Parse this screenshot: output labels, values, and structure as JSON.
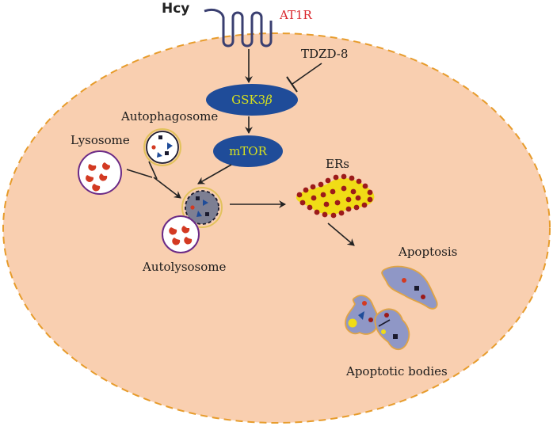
{
  "labels": {
    "hcy": "Hcy",
    "receptor": "AT1R",
    "inhibitor": "TDZD-8",
    "gsk": "GSK3",
    "gsk_greek": "β",
    "mtor": "mTOR",
    "autophagosome": "Autophagosome",
    "lysosome": "Lysosome",
    "autolysosome": "Autolysosome",
    "ers": "ERs",
    "apoptosis": "Apoptosis",
    "apoptotic_bodies": "Apoptotic bodies"
  },
  "colors": {
    "cell_fill": "#f9cfb0",
    "cell_border": "#e79c2c",
    "node_fill": "#1f4c99",
    "node_text": "#d6e01e",
    "receptor_label": "#d9262c",
    "lysosome_ring": "#6b2a86",
    "lysosome_cargo": "#d33a22",
    "er_fill": "#f0dc16",
    "er_dots": "#9c1a1a",
    "apoptotic_fill": "#8f97c6",
    "apoptotic_border": "#e0a446"
  }
}
